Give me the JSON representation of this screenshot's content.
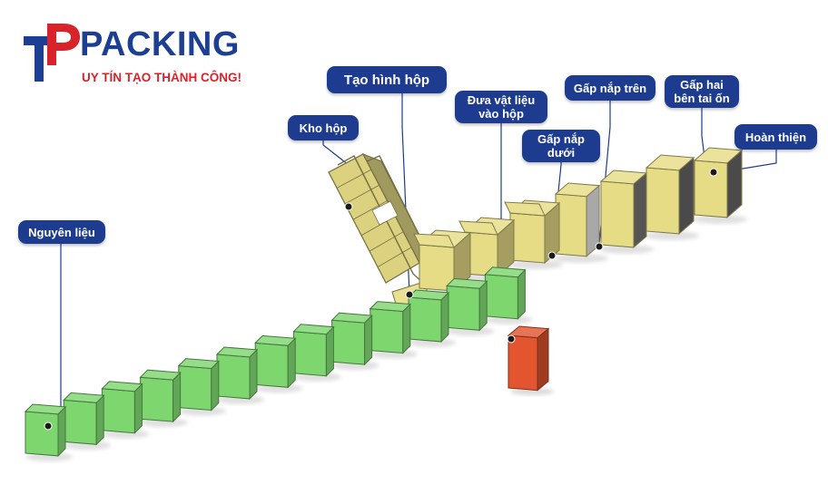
{
  "brand": {
    "mark": "TP",
    "word": "PACKING",
    "tagline": "UY TÍN TẠO THÀNH CÔNG!",
    "colors": {
      "primary": "#1d3f93",
      "accent": "#d8232a"
    }
  },
  "stages": [
    {
      "id": "nguyen-lieu",
      "label": "Nguyên liệu"
    },
    {
      "id": "kho-hop",
      "label": "Kho hộp"
    },
    {
      "id": "tao-hinh-hop",
      "label": "Tạo hình hộp"
    },
    {
      "id": "dua-vat-lieu",
      "label": "Đưa vật liệu vào hộp"
    },
    {
      "id": "gap-nap-duoi",
      "label": "Gấp nắp dưới"
    },
    {
      "id": "gap-nap-tren",
      "label": "Gấp nắp trên"
    },
    {
      "id": "gap-hai-ben",
      "label": "Gấp hai bên tai ốn"
    },
    {
      "id": "hoan-thien",
      "label": "Hoàn thiện"
    }
  ],
  "colors": {
    "product": "#7ed66f",
    "box": "#e6dc86",
    "reject": "#e2552f",
    "label_bg": "#1d3c8f"
  }
}
